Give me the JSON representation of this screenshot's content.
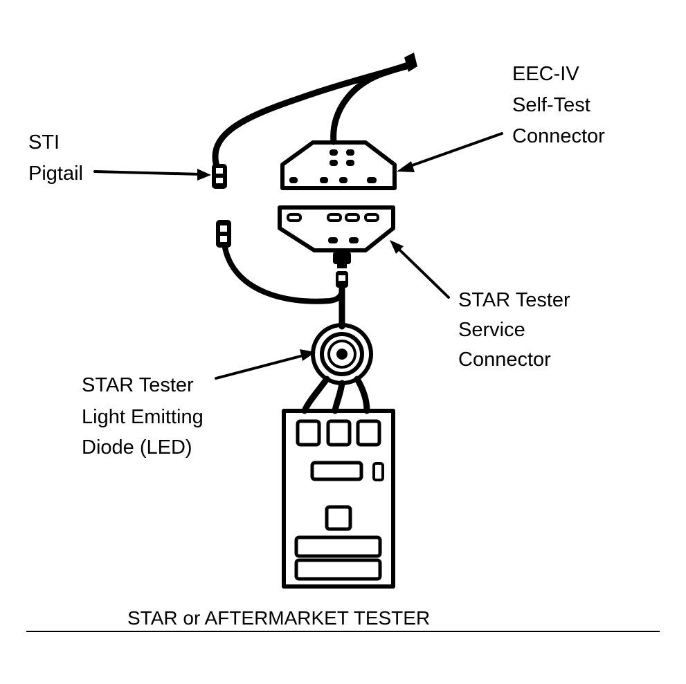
{
  "labels": {
    "eec_iv": [
      "EEC-IV",
      "Self-Test",
      "Connector"
    ],
    "sti": [
      "STI",
      "Pigtail"
    ],
    "star_service": [
      "STAR Tester",
      "Service",
      "Connector"
    ],
    "star_led": [
      "STAR Tester",
      "Light Emitting",
      "Diode (LED)"
    ]
  },
  "caption": "STAR or AFTERMARKET TESTER",
  "colors": {
    "ink": "#000000",
    "background": "#ffffff"
  }
}
